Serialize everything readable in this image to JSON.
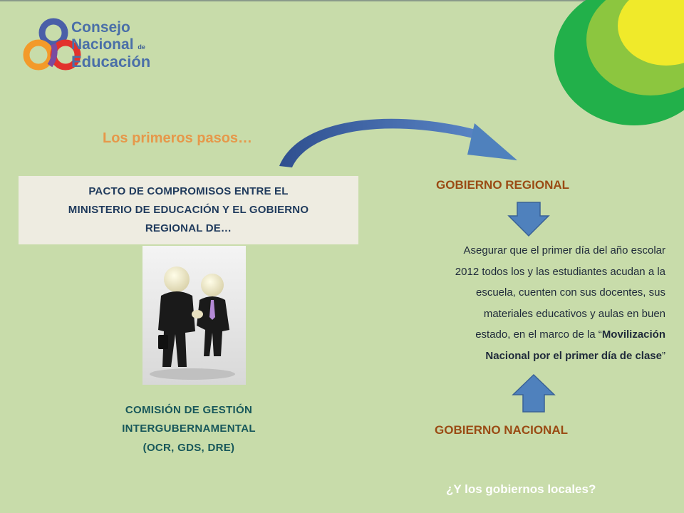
{
  "logo": {
    "line1": "Consejo",
    "line2": "Nacional",
    "line2_small": "de",
    "line3": "Educación"
  },
  "heading": "Los primeros pasos…",
  "pacto": {
    "line1": "PACTO DE COMPROMISOS  ENTRE EL",
    "line2": "MINISTERIO DE EDUCACIÓN Y EL GOBIERNO",
    "line3": "REGIONAL  DE…"
  },
  "comision": {
    "line1": "COMISIÓN  DE GESTIÓN",
    "line2": "INTERGUBERNAMENTAL",
    "line3": "(OCR, GDS, DRE)"
  },
  "gobierno_regional": "GOBIERNO REGIONAL",
  "gobierno_nacional": "GOBIERNO NACIONAL",
  "body": {
    "line1": "Asegurar que el primer día del año escolar",
    "line2": "2012 todos los y las estudiantes acudan a la",
    "line3": "escuela,  cuenten  con  sus  docentes,  sus",
    "line4": "materiales  educativos  y aulas en  buen",
    "line5_pre": "estado,  en el marco de la “",
    "line5_bold": "Movilización",
    "line6_bold": "Nacional por el primer día de clase",
    "line6_post": "”"
  },
  "question": "¿Y los gobiernos locales?",
  "colors": {
    "background": "#c8dcaa",
    "orange_heading": "#e6984a",
    "brown_heading": "#9a4b14",
    "arrow_blue": "#4f81bd",
    "circle_green_dark": "#22b04a",
    "circle_green_light": "#8cc63f",
    "circle_yellow": "#f0ea2a"
  },
  "icons": {
    "logo_mark": "interlocking-circles-logo",
    "arrow_down": "down-arrow-icon",
    "arrow_up": "up-arrow-icon",
    "curved_arrow": "curved-arrow-icon",
    "photo": "business-handshake-figures-image"
  }
}
